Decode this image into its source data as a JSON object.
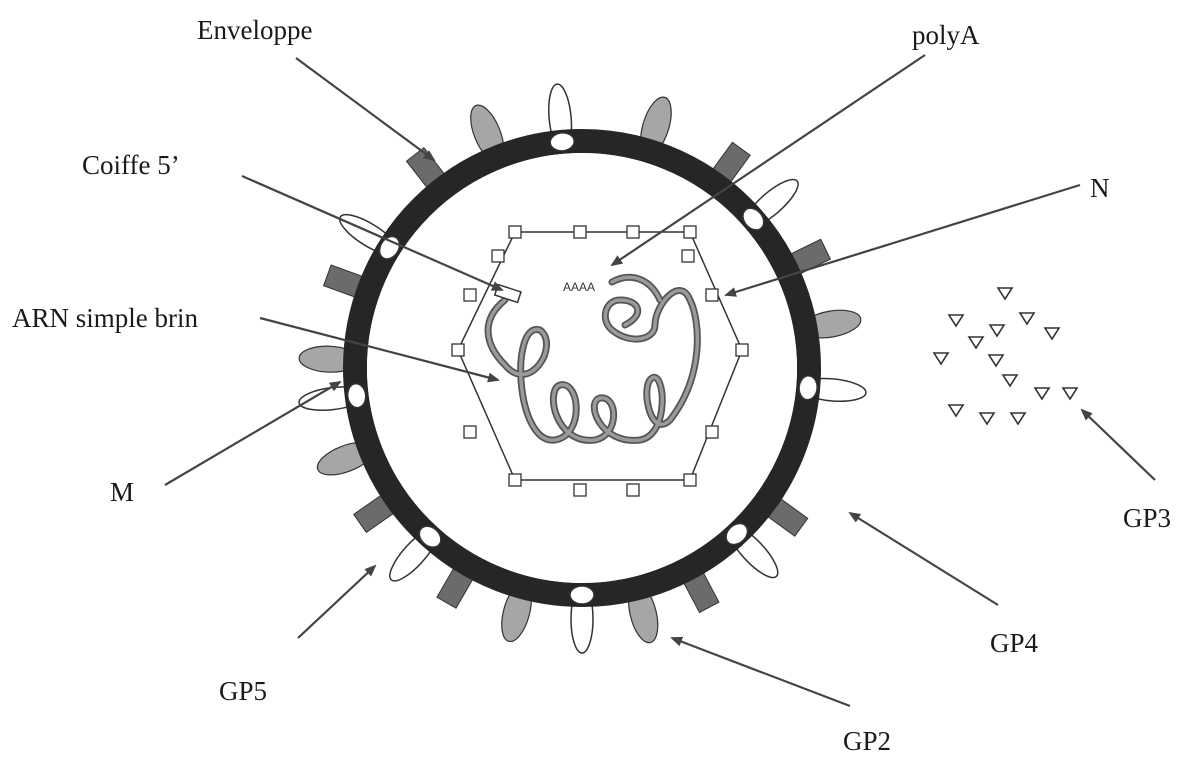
{
  "labels": {
    "envelope": "Enveloppe",
    "polya": "polyA",
    "cap": "Coiffe 5’",
    "n": "N",
    "rna": "ARN simple brin",
    "m": "M",
    "gp3": "GP3",
    "gp4": "GP4",
    "gp5": "GP5",
    "gp2": "GP2"
  },
  "sequence": {
    "polya_tail": "AAAA"
  },
  "colors": {
    "membrane": "#262626",
    "gp4": "#6b6b6b",
    "gp2": "#a6a6a6",
    "gp5": "#ffffff",
    "rna": "#8a8a8a",
    "arrow": "#444444"
  },
  "icons": {
    "m_protein": "white-oval",
    "gp3": "open-triangle",
    "capsid_subunit": "open-square"
  }
}
